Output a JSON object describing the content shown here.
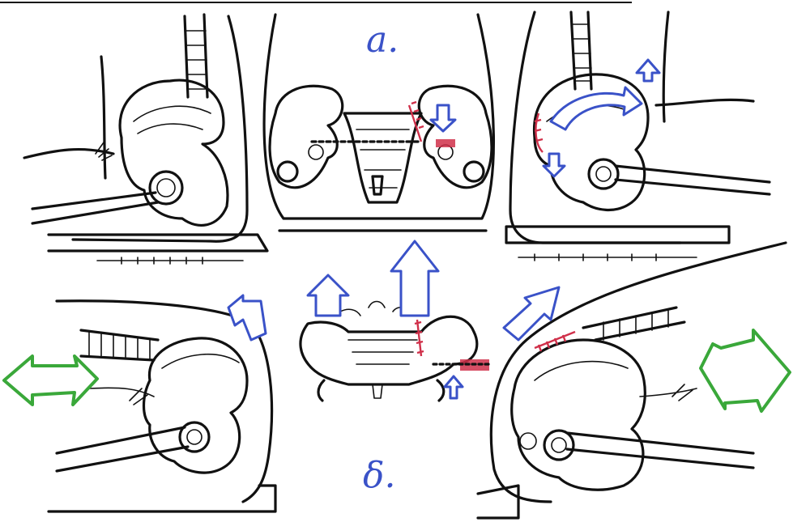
{
  "labels": {
    "top": "a.",
    "bottom": "δ."
  },
  "colors": {
    "ink": "#111111",
    "arrow_blue": "#3a52c8",
    "arrow_green": "#3aa83a",
    "marker_red": "#d0304a"
  },
  "panels": {
    "top_left": "pelvis-lateral-view",
    "top_center": "pelvis-frontal-view",
    "top_right": "pelvis-lateral-view-with-rotation-arrow",
    "bottom_left": "pelvis-lateral-view-with-push-arrow",
    "bottom_center": "sacrum-frontal-view-with-lift-arrows",
    "bottom_right": "pelvis-lateral-view-with-push-arrow"
  }
}
